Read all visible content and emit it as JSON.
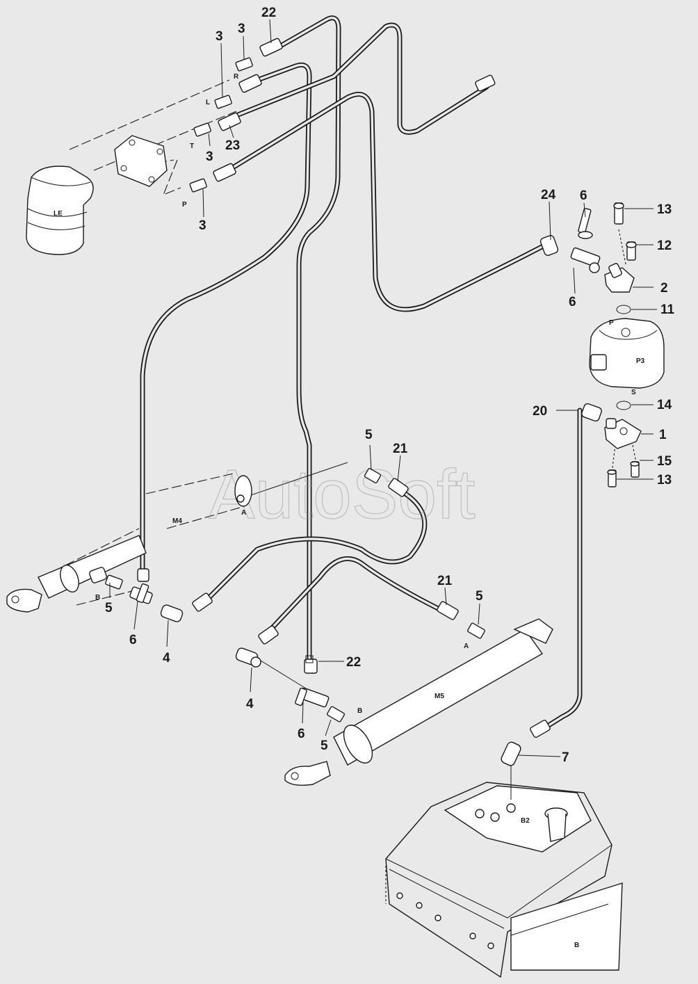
{
  "watermark": "AutoSoft",
  "components": {
    "le": "LE",
    "p3": "P3",
    "m4": "M4",
    "m5": "M5",
    "b2": "B2",
    "tank_b": "B"
  },
  "ports": {
    "r": "R",
    "l": "L",
    "t": "T",
    "p": "P",
    "p3_p": "P",
    "p3_s": "S",
    "m4_a": "A",
    "m4_b": "B",
    "m5_a": "A",
    "m5_b": "B"
  },
  "callouts": {
    "c22_top": "22",
    "c3_a": "3",
    "c3_b": "3",
    "c3_c": "3",
    "c3_d": "3",
    "c23": "23",
    "c24": "24",
    "c6_top": "6",
    "c6_mid": "6",
    "c13_top": "13",
    "c12": "12",
    "c2": "2",
    "c11": "11",
    "c14": "14",
    "c20": "20",
    "c1": "1",
    "c15": "15",
    "c13_bot": "13",
    "c5_top": "5",
    "c21_top": "21",
    "c21_mid": "21",
    "c5_right": "5",
    "c5_left": "5",
    "c6_left": "6",
    "c4_left": "4",
    "c22_bot": "22",
    "c4_bot": "4",
    "c6_bot": "6",
    "c5_bot": "5",
    "c7": "7"
  }
}
